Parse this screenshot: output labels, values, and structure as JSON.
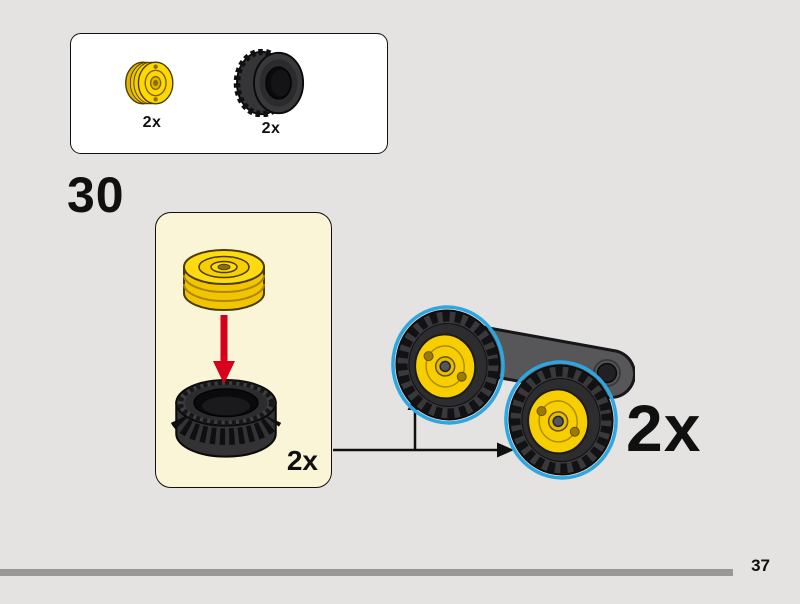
{
  "page": {
    "step_number": "30",
    "page_number": "37"
  },
  "parts_box": {
    "items": [
      {
        "part": "yellow-wheel-hub",
        "count": "2x"
      },
      {
        "part": "black-tire",
        "count": "2x"
      }
    ]
  },
  "callout": {
    "action": "insert-hub-into-tire",
    "count": "2x"
  },
  "assembly": {
    "result": "two-wheels-mounted-on-beam",
    "count": "2x"
  },
  "colors": {
    "background": "#e4e3e1",
    "parts_box_bg": "#ffffff",
    "callout_bg": "#fbf5d7",
    "lego_yellow": "#f7cf00",
    "tire_black": "#2d2d2f",
    "highlight_blue": "#2ea7e0",
    "arrow_red": "#d6001c",
    "progress_bar": "#9a9894",
    "text": "#101010"
  }
}
